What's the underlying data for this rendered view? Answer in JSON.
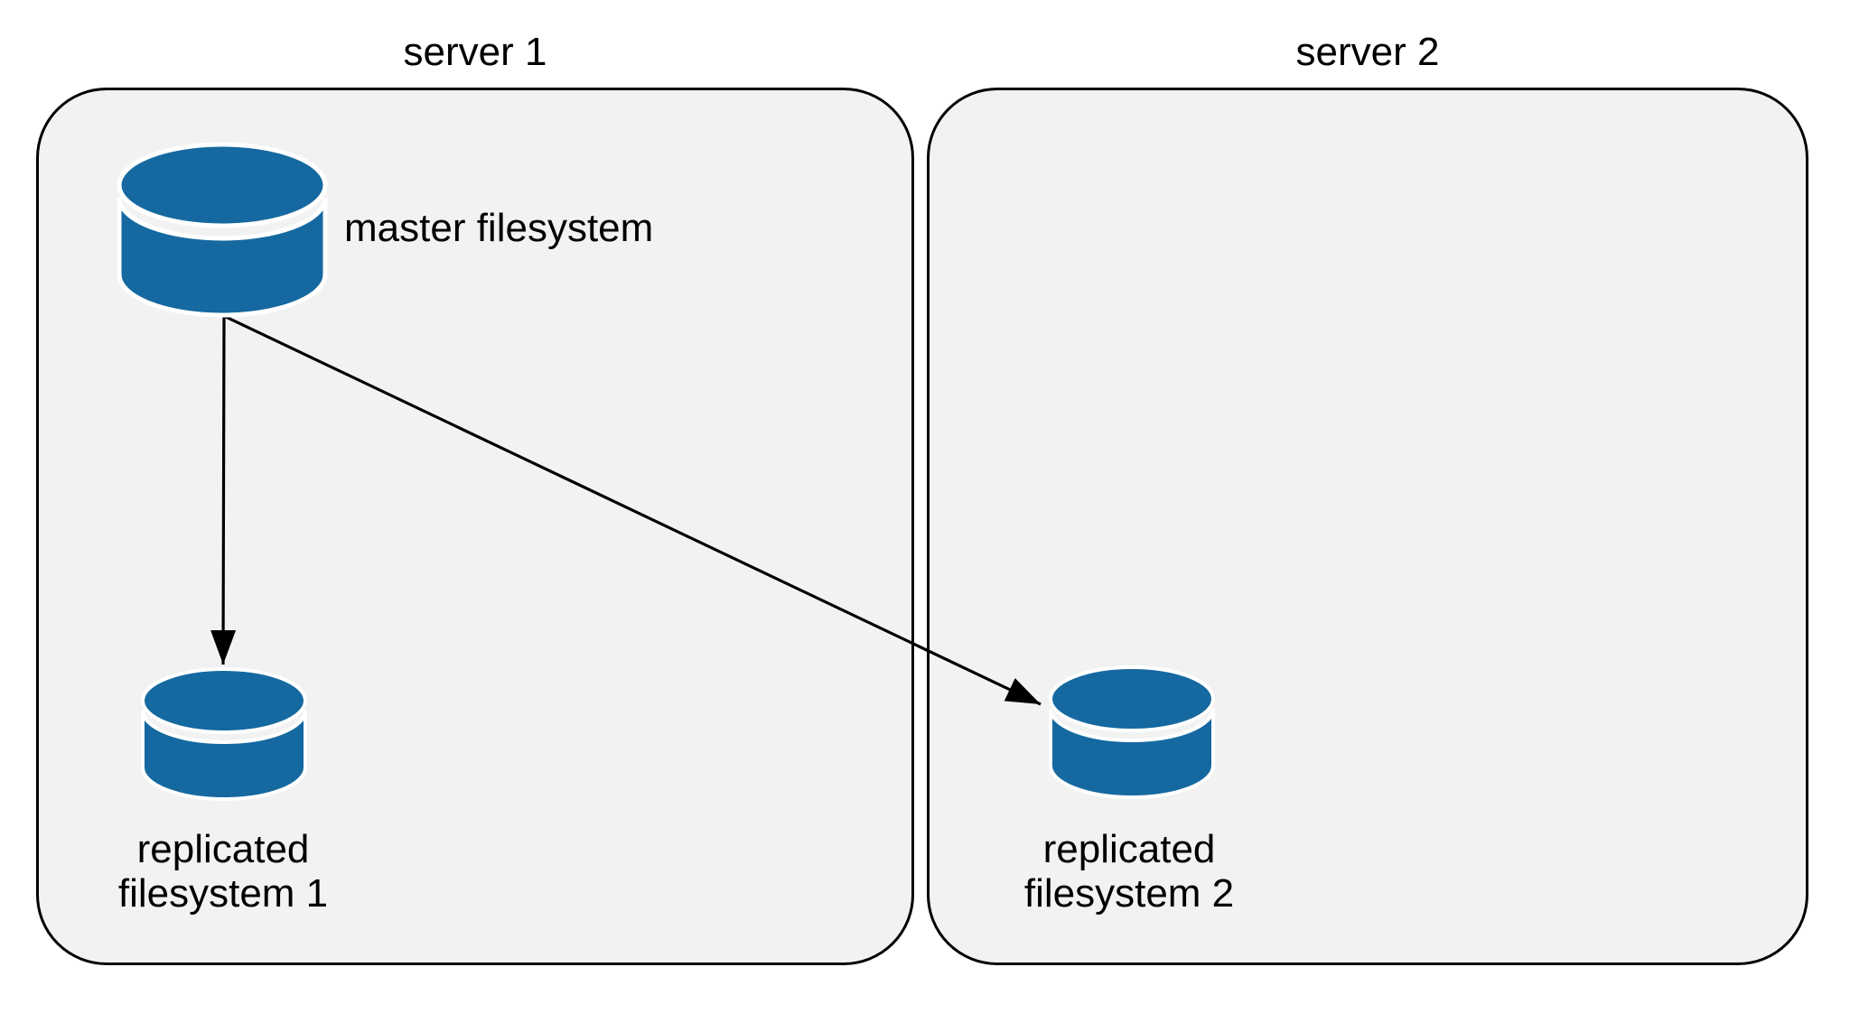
{
  "diagram": {
    "colors": {
      "background": "#ffffff",
      "server_box_fill": "#f2f2f2",
      "server_box_border": "#000000",
      "cylinder_fill": "#1569a0",
      "cylinder_stroke": "#ffffff",
      "arrow": "#000000",
      "text": "#000000"
    },
    "servers": [
      {
        "title": "server 1"
      },
      {
        "title": "server 2"
      }
    ],
    "nodes": {
      "master_filesystem": {
        "label": "master filesystem",
        "server": "server 1"
      },
      "replicated_filesystem_1": {
        "label_line1": "replicated",
        "label_line2": "filesystem 1",
        "server": "server 1"
      },
      "replicated_filesystem_2": {
        "label_line1": "replicated",
        "label_line2": "filesystem 2",
        "server": "server 2"
      }
    },
    "edges": [
      {
        "from": "master filesystem",
        "to": "replicated filesystem 1",
        "style": "solid-arrow"
      },
      {
        "from": "master filesystem",
        "to": "replicated filesystem 2",
        "style": "solid-arrow"
      }
    ]
  }
}
